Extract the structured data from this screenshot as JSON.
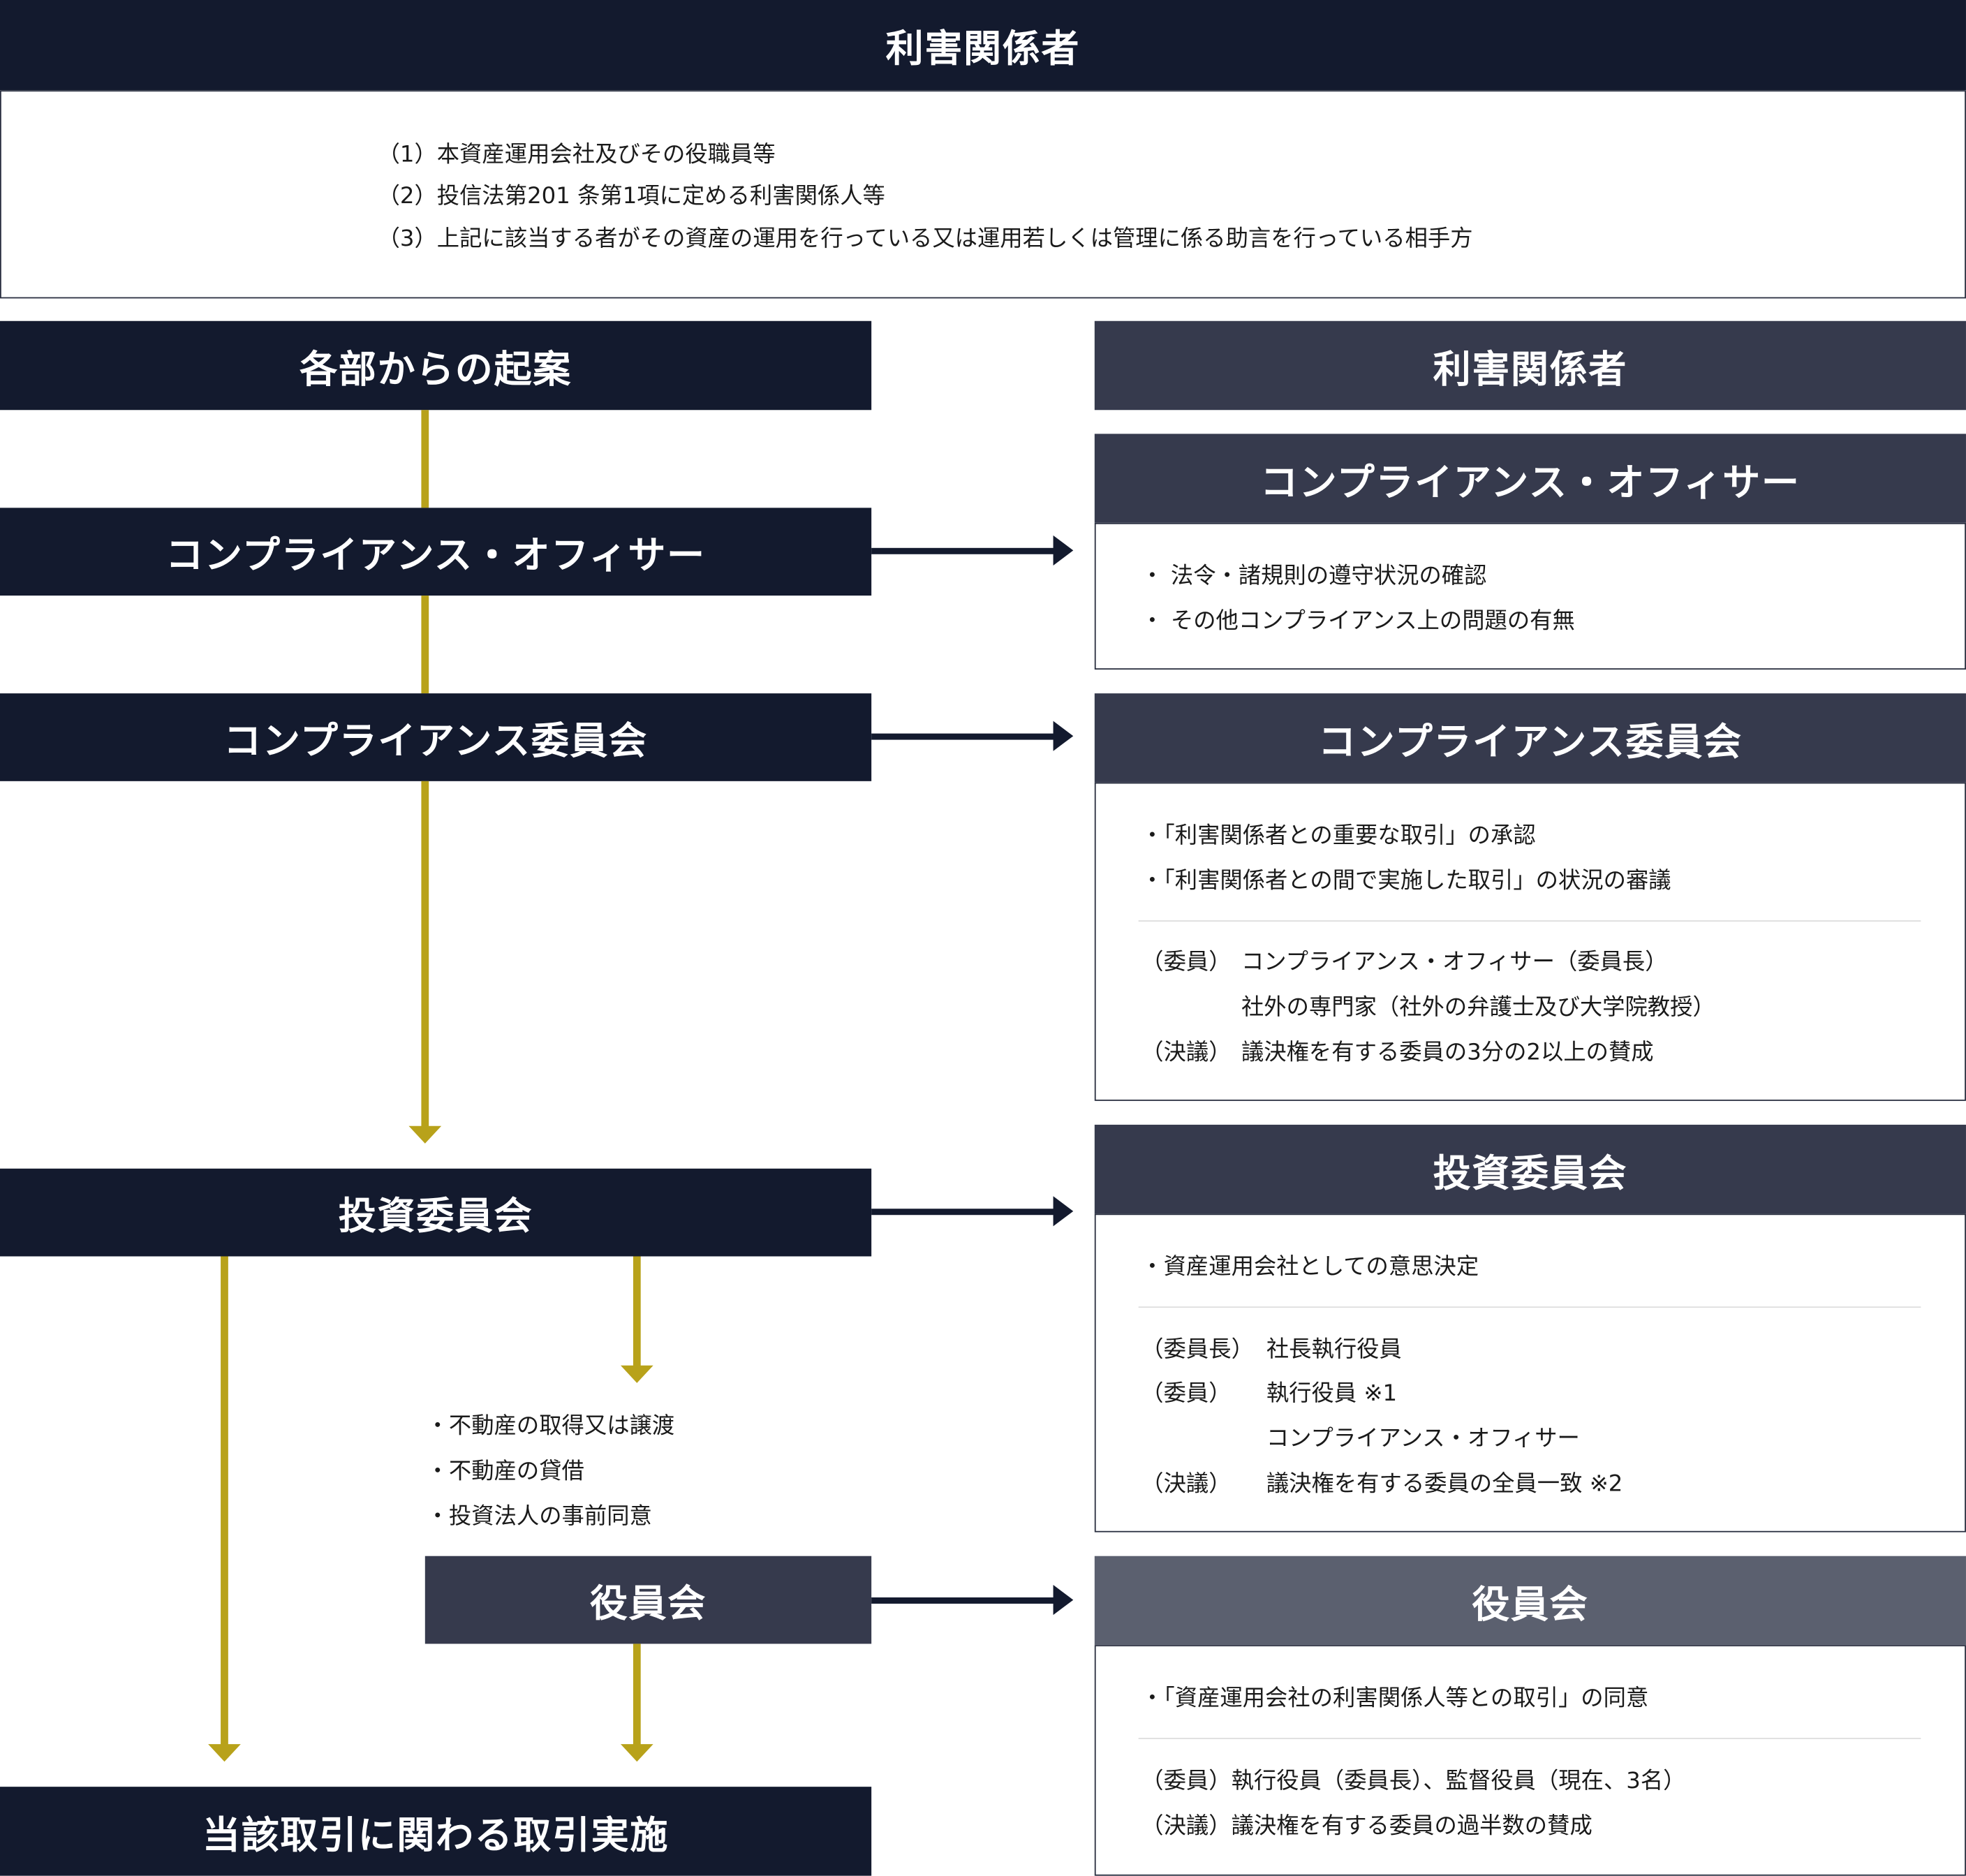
{
  "top": {
    "title": "利害関係者",
    "lines": [
      "（1）本資産運用会社及びその役職員等",
      "（2）投信法第201 条第1項に定める利害関係人等",
      "（3）上記に該当する者がその資産の運用を行っている又は運用若しくは管理に係る助言を行っている相手方"
    ]
  },
  "left": {
    "proposal": "各部からの起案",
    "officer": "コンプライアンス・オフィサー",
    "committee": "コンプライアンス委員会",
    "investment": "投資委員会",
    "items": [
      "・不動産の取得又は譲渡",
      "・不動産の貸借",
      "・投資法人の事前同意"
    ],
    "board": "役員会",
    "execution": "当該取引に関わる取引実施"
  },
  "right": {
    "title": "利害関係者",
    "officer": {
      "title": "コンプライアンス・オフィサー",
      "bullets": [
        "・ 法令・諸規則の遵守状況の確認",
        "・ その他コンプライアンス上の問題の有無"
      ]
    },
    "committee": {
      "title": "コンプライアンス委員会",
      "bullets": [
        "・「利害関係者との重要な取引」の承認",
        "・「利害関係者との間で実施した取引」の状況の審議"
      ],
      "members_label": "（委員）",
      "members": [
        "コンプライアンス・オフィサー（委員長）",
        "社外の専門家（社外の弁護士及び大学院教授）"
      ],
      "resolution_label": "（決議）",
      "resolution": "議決権を有する委員の3分の2以上の賛成"
    },
    "investment": {
      "title": "投資委員会",
      "bullets": [
        "・資産運用会社としての意思決定"
      ],
      "chair_label": "（委員長）",
      "chair": "社長執行役員",
      "members_label": "（委員）",
      "members": [
        "執行役員 ※1",
        "コンプライアンス・オフィサー"
      ],
      "resolution_label": "（決議）",
      "resolution": "議決権を有する委員の全員一致 ※2"
    },
    "board": {
      "title": "役員会",
      "bullets": [
        "・「資産運用会社の利害関係人等との取引」の同意"
      ],
      "members": "（委員）執行役員（委員長）、監督役員（現在、3名）",
      "resolution": "（決議）議決権を有する委員の過半数の賛成"
    }
  }
}
